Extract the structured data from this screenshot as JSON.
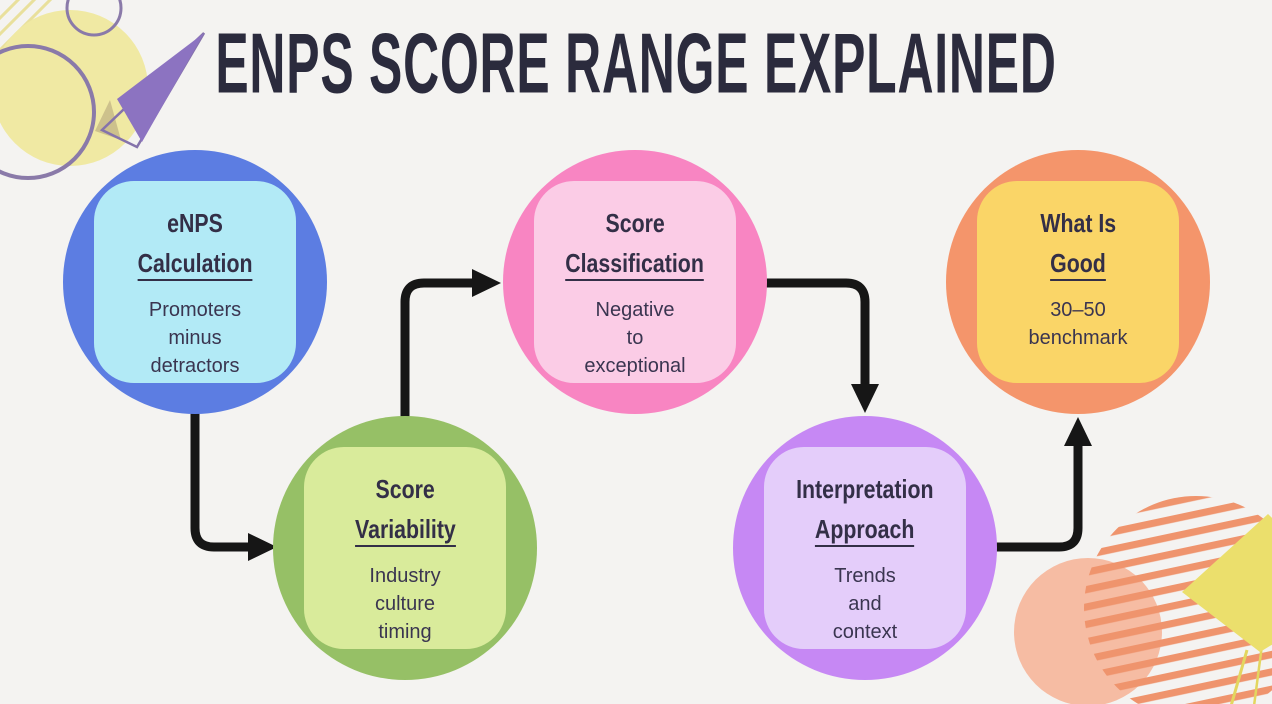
{
  "title": {
    "text": "ENPS SCORE RANGE EXPLAINED"
  },
  "background_color": "#f4f3f1",
  "title_color": "#2b2b3d",
  "text_color": "#37324b",
  "arrow_color": "#161616",
  "nodes": [
    {
      "id": "enps-calculation",
      "title_line1": "eNPS",
      "title_line2": "Calculation",
      "body_lines": [
        "Promoters",
        "minus",
        "detractors"
      ],
      "circle_color": "#5c7de2",
      "panel_color": "#b2eaf6"
    },
    {
      "id": "score-variability",
      "title_line1": "Score",
      "title_line2": "Variability",
      "body_lines": [
        "Industry",
        "culture",
        "timing"
      ],
      "circle_color": "#96c066",
      "panel_color": "#d9eb9b"
    },
    {
      "id": "score-classification",
      "title_line1": "Score",
      "title_line2": "Classification",
      "body_lines": [
        "Negative",
        "to",
        "exceptional"
      ],
      "circle_color": "#f885c2",
      "panel_color": "#fbcce6"
    },
    {
      "id": "interpretation-approach",
      "title_line1": "Interpretation",
      "title_line2": "Approach",
      "body_lines": [
        "Trends",
        "and",
        "context"
      ],
      "circle_color": "#c688f4",
      "panel_color": "#e4cdfa"
    },
    {
      "id": "what-is-good",
      "title_line1": "What Is",
      "title_line2": "Good",
      "body_lines": [
        "30–50",
        "benchmark"
      ],
      "circle_color": "#f4956b",
      "panel_color": "#fad567"
    }
  ],
  "decor": {
    "yellow_circle_color": "#f0e9a3",
    "ring_color": "#8a7aa9",
    "plane_fill_color": "#8c73c1",
    "plane_outline_color": "#8573ab",
    "plane_shadow_color": "#cdc18c",
    "hatch_color": "#e9e09c",
    "stripe_color": "#ef946d",
    "salmon_circle_color": "#f6bca3",
    "kite_color": "#ebdf6c",
    "kite_tail_color": "#e3d65f"
  }
}
